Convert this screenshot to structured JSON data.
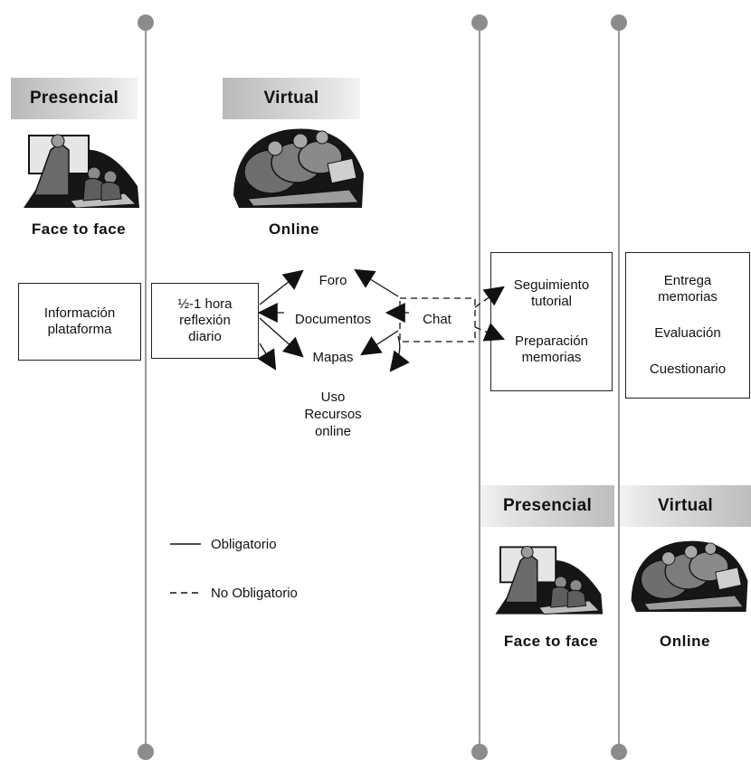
{
  "headers": {
    "presencial_1": "Presencial",
    "virtual_1": "Virtual",
    "presencial_2": "Presencial",
    "virtual_2": "Virtual"
  },
  "captions": {
    "face_1": "Face to face",
    "online_1": "Online",
    "face_2": "Face to face",
    "online_2": "Online"
  },
  "boxes": {
    "informacion": [
      "Información",
      "plataforma"
    ],
    "reflexion": [
      "½-1 hora",
      "reflexión",
      "diario"
    ],
    "seguimiento": [
      "Seguimiento",
      "tutorial"
    ],
    "preparacion": [
      "Preparación",
      "memorias"
    ],
    "entrega": [
      "Entrega",
      "memorias"
    ],
    "evaluacion": "Evaluación",
    "cuestionario": "Cuestionario"
  },
  "resources": {
    "foro": "Foro",
    "documentos": "Documentos",
    "mapas": "Mapas",
    "chat": "Chat",
    "uso_recursos": [
      "Uso",
      "Recursos",
      "online"
    ]
  },
  "legend": {
    "obligatorio": "Obligatorio",
    "no_obligatorio": "No Obligatorio"
  },
  "colors": {
    "timeline": "#9a9a9a",
    "dot": "#8c8c8c",
    "header_gradient": "#b9b9b9",
    "line": "#111111"
  }
}
